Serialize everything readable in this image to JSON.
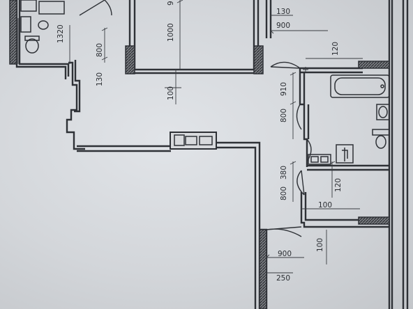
{
  "plan": {
    "dimensions": [
      {
        "id": "d130-top",
        "text": "130"
      },
      {
        "id": "d900-top",
        "text": "900"
      },
      {
        "id": "d1000",
        "text": "1000"
      },
      {
        "id": "d9",
        "text": "9"
      },
      {
        "id": "d1320",
        "text": "1320"
      },
      {
        "id": "d800-left",
        "text": "800"
      },
      {
        "id": "d130-left",
        "text": "130"
      },
      {
        "id": "d120-top",
        "text": "120"
      },
      {
        "id": "d100-mid",
        "text": "100"
      },
      {
        "id": "d910",
        "text": "910"
      },
      {
        "id": "d800-right",
        "text": "800"
      },
      {
        "id": "d380",
        "text": "380"
      },
      {
        "id": "d800-low",
        "text": "800"
      },
      {
        "id": "d120-mid",
        "text": "120"
      },
      {
        "id": "d100-low",
        "text": "100"
      },
      {
        "id": "d900-bottom",
        "text": "900"
      },
      {
        "id": "d100-bottom",
        "text": "100"
      },
      {
        "id": "d250",
        "text": "250"
      }
    ]
  }
}
